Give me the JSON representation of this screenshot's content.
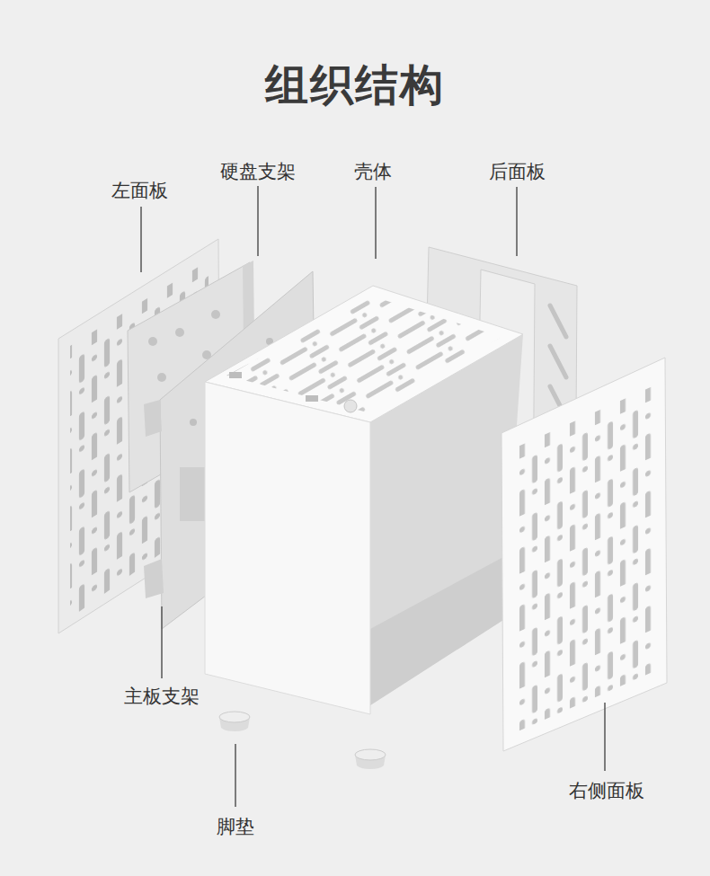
{
  "diagram": {
    "title": "组织结构",
    "labels": [
      "左面板",
      "硬盘支架",
      "壳体",
      "后面板",
      "主板支架",
      "脚垫",
      "右侧面板"
    ]
  }
}
